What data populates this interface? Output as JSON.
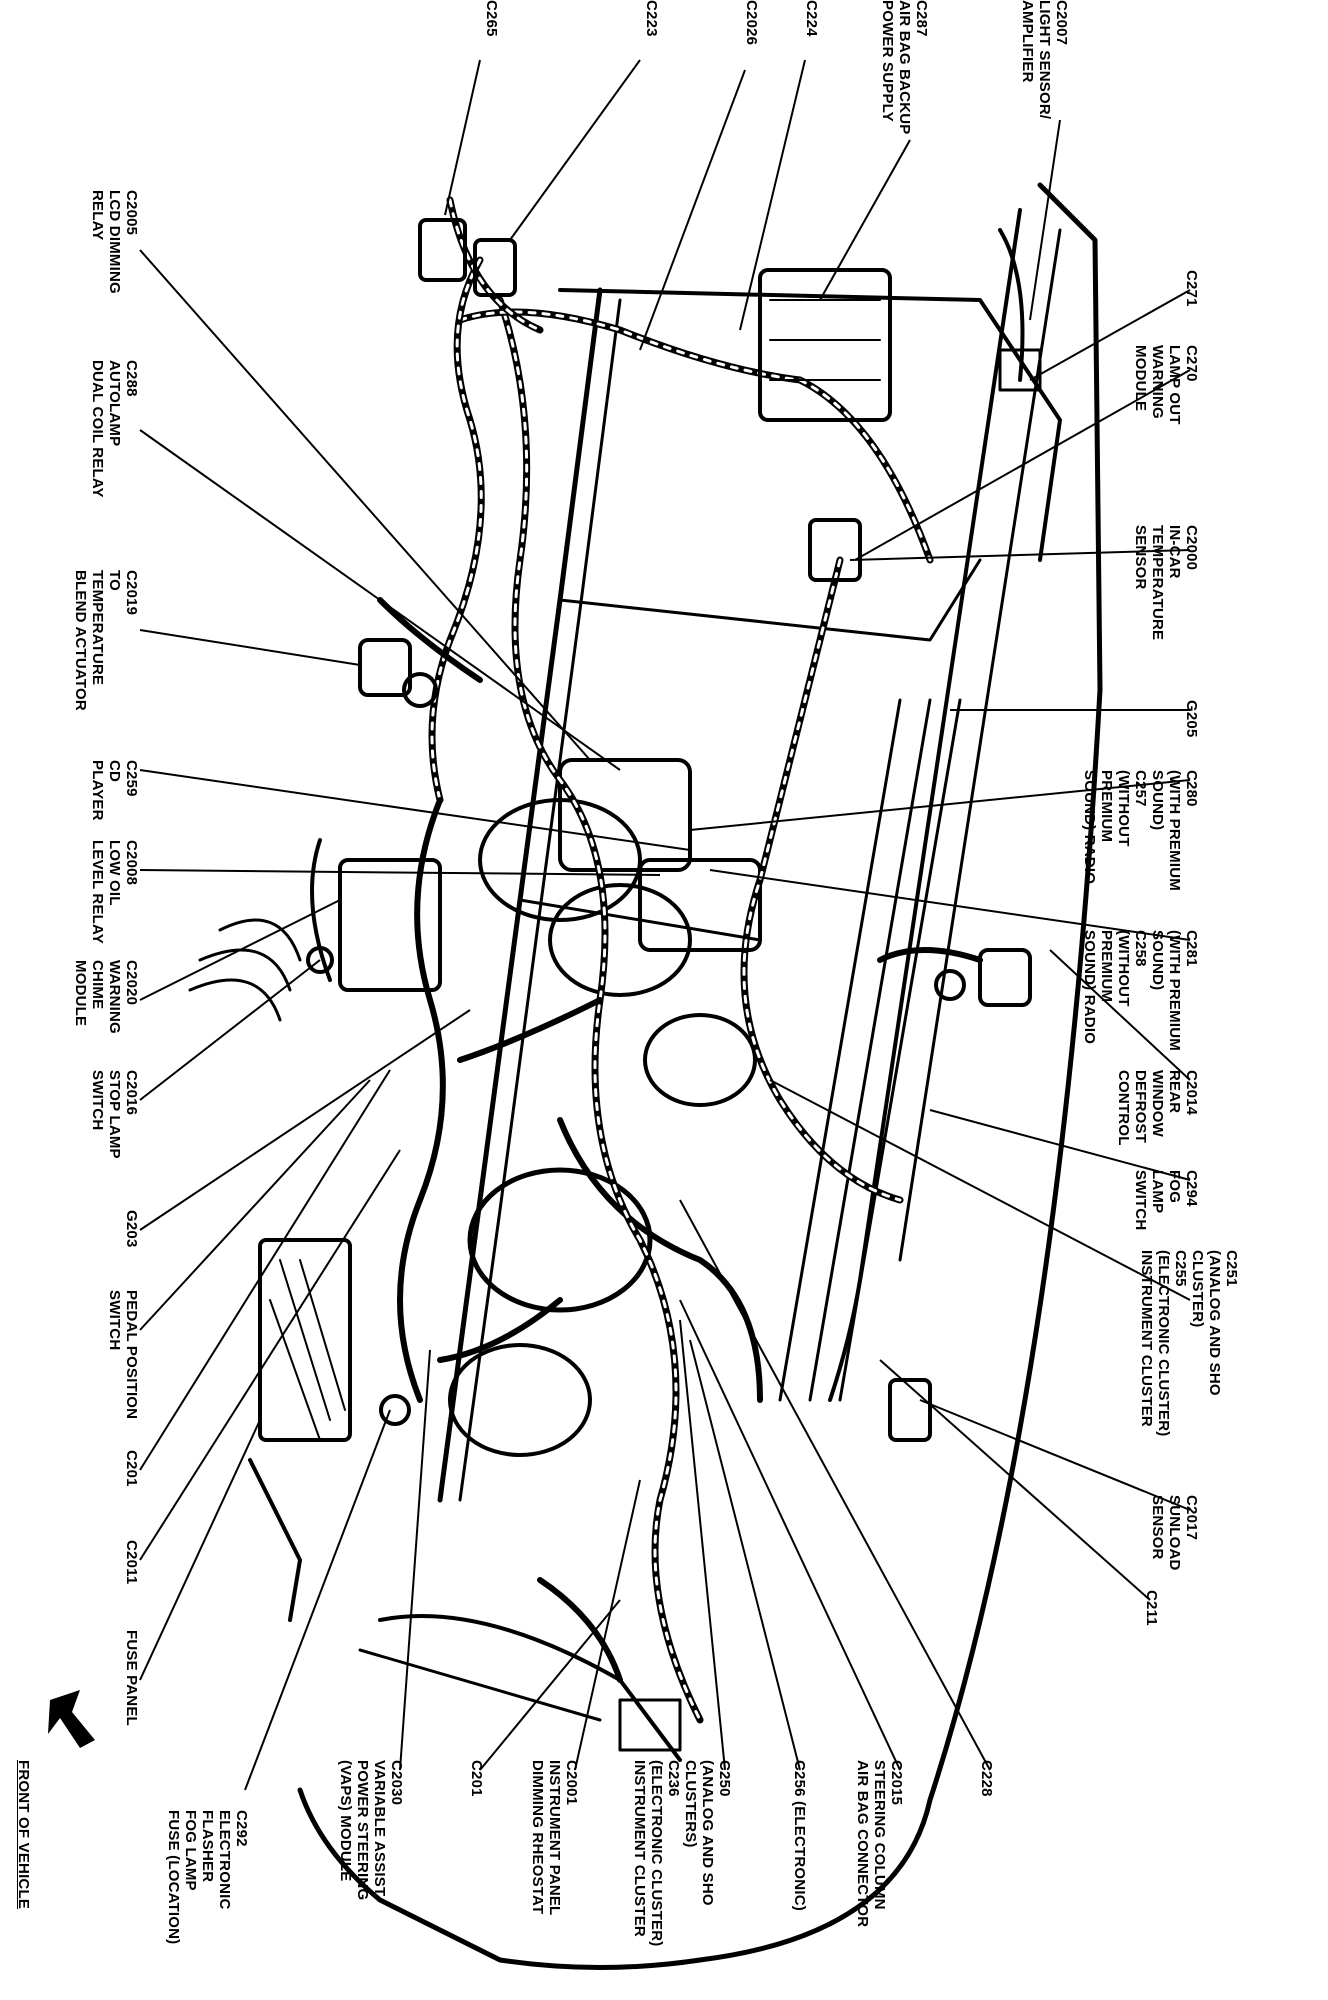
{
  "labels": {
    "c2007": [
      "C2007",
      "LIGHT SENSOR/",
      "AMPLIFIER"
    ],
    "c287": [
      "C287",
      "AIR BAG BACKUP",
      "POWER SUPPLY"
    ],
    "c224": [
      "C224"
    ],
    "c2026": [
      "C2026"
    ],
    "c223": [
      "C223"
    ],
    "c265": [
      "C265"
    ],
    "c2005": [
      "C2005",
      "LCD DIMMING",
      "RELAY"
    ],
    "c288": [
      "C288",
      "AUTOLAMP",
      "DUAL COIL RELAY"
    ],
    "c2019": [
      "C2019",
      "TO",
      "TEMPERATURE",
      "BLEND ACTUATOR"
    ],
    "c259": [
      "C259",
      "CD",
      "PLAYER"
    ],
    "c2008": [
      "C2008",
      "LOW OIL",
      "LEVEL RELAY"
    ],
    "c2020": [
      "C2020",
      "WARNING",
      "CHIME",
      "MODULE"
    ],
    "c2016": [
      "C2016",
      "STOP LAMP",
      "SWITCH"
    ],
    "g203": [
      "G203"
    ],
    "pedal": [
      "PEDAL POSITION",
      "SWITCH"
    ],
    "c201a": [
      "C201"
    ],
    "c2011": [
      "C2011"
    ],
    "fuse_panel": [
      "FUSE PANEL"
    ],
    "c271": [
      "C271"
    ],
    "c270": [
      "C270",
      "LAMP OUT",
      "WARNING",
      "MODULE"
    ],
    "c2000": [
      "C2000",
      "IN-CAR",
      "TEMPERATURE",
      "SENSOR"
    ],
    "g205": [
      "G205"
    ],
    "c280": [
      "C280",
      "(WITH PREMIUM",
      "SOUND)",
      "C257",
      "(WITHOUT",
      "PREMIUM",
      "SOUND) RADIO"
    ],
    "c281": [
      "C281",
      "(WITH PREMIUM",
      "SOUND)",
      "C258",
      "(WITHOUT",
      "PREMIUM",
      "SOUND) RADIO"
    ],
    "c2014": [
      "C2014",
      "REAR",
      "WINDOW",
      "DEFROST",
      "CONTROL"
    ],
    "c294": [
      "C294",
      "FOG",
      "LAMP",
      "SWITCH"
    ],
    "c251": [
      "C251",
      "(ANALOG AND SHO",
      "CLUSTER)",
      "C255",
      "(ELECTRONIC CLUSTER)",
      "INSTRUMENT CLUSTER"
    ],
    "c2017": [
      "C2017",
      "SUNLOAD",
      "SENSOR"
    ],
    "c211": [
      "C211"
    ],
    "c228": [
      "C228"
    ],
    "c2015": [
      "C2015",
      "STEERING COLUMN",
      "AIR BAG CONNECTOR"
    ],
    "c256": [
      "C256 (ELECTRONIC)"
    ],
    "c250": [
      "C250",
      "(ANALOG AND SHO",
      "CLUSTERS)",
      "C236",
      "(ELECTRONIC CLUSTER)",
      "INSTRUMENT CLUSTER"
    ],
    "c2001": [
      "C2001",
      "INSTRUMENT PANEL",
      "DIMMING RHEOSTAT"
    ],
    "c201b": [
      "C201"
    ],
    "c2030": [
      "C2030",
      "VARIABLE ASSIST",
      "POWER STEERING",
      "(VAPS) MODULE"
    ],
    "c292": [
      "C292",
      "ELECTRONIC",
      "FLASHER",
      "FOG LAMP",
      "FUSE (LOCATION)"
    ],
    "front": [
      "FRONT OF VEHICLE"
    ]
  }
}
